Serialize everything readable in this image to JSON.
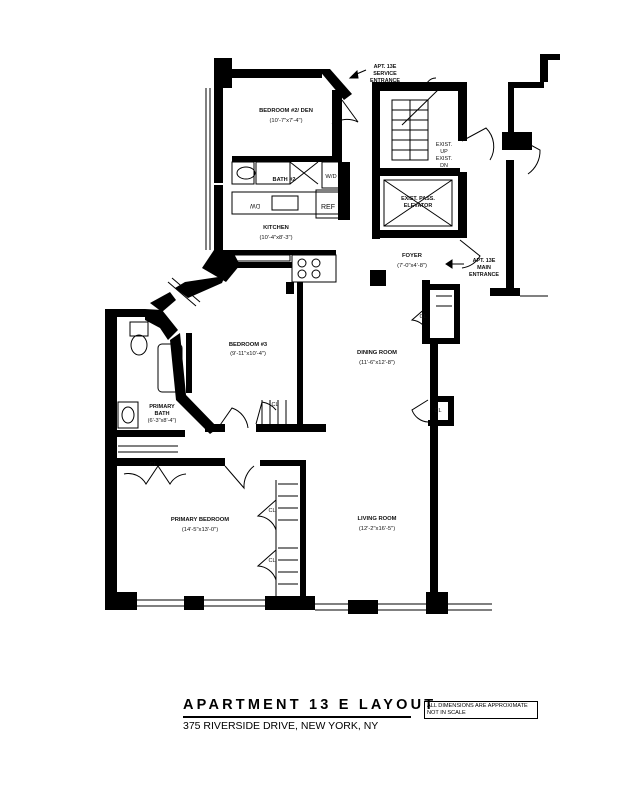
{
  "plan": {
    "title": "APARTMENT 13 E LAYOUT",
    "address": "375 RIVERSIDE DRIVE, NEW YORK, NY",
    "note": "ALL DIMENSIONS ARE APPROXIMATE NOT IN SCALE"
  },
  "rooms": {
    "bedroom2": {
      "name": "BEDROOM #2/ DEN",
      "dims": "(10'-7\"x7'-4\")"
    },
    "bath2": {
      "name": "BATH #2"
    },
    "wd": {
      "name": "W/D"
    },
    "dw": {
      "name": "DW"
    },
    "ref": {
      "name": "REF"
    },
    "kitchen": {
      "name": "KITCHEN",
      "dims": "(10'-4\"x8'-3\")"
    },
    "bedroom3": {
      "name": "BEDROOM #3",
      "dims": "(9'-11\"x10'-4\")"
    },
    "dining": {
      "name": "DINING ROOM",
      "dims": "(11'-6\"x12'-8\")"
    },
    "foyer": {
      "name": "FOYER",
      "dims": "(7'-0\"x4'-8\")"
    },
    "primary_bath": {
      "name1": "PRIMARY",
      "name2": "BATH",
      "dims": "(6'-3\"x8'-4\")"
    },
    "primary_bedroom": {
      "name": "PRIMARY BEDROOM",
      "dims": "(14'-5\"x13'-0\")"
    },
    "living": {
      "name": "LIVING ROOM",
      "dims": "(12'-2\"x16'-5\")"
    }
  },
  "entrances": {
    "service_line1": "APT. 13E",
    "service_line2": "SERVICE",
    "service_line3": "ENTRANCE",
    "main_line1": "APT. 13E",
    "main_line2": "MAIN",
    "main_line3": "ENTRANCE"
  },
  "core": {
    "elevator_line1": "EXIST. PASS.",
    "elevator_line2": "ELEVATOR",
    "stair_up1": "EXIST.",
    "stair_up2": "UP",
    "stair_dn1": "EXIST.",
    "stair_dn2": "DN"
  },
  "closet_label": "CL"
}
